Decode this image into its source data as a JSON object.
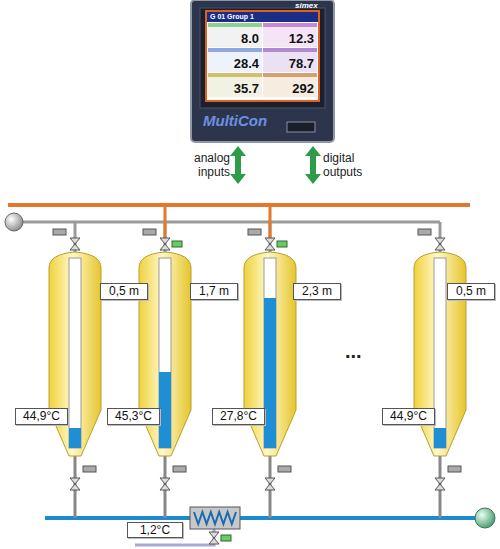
{
  "diagram": {
    "nodes": [
      {
        "text": [
          "simex",
          "MultiCon"
        ]
      },
      {
        "text": [
          "G 01 Group 1"
        ],
        "in": 0
      },
      {
        "text": [
          "8.0"
        ],
        "in": 1
      },
      {
        "text": [
          "12.3"
        ],
        "in": 1
      },
      {
        "text": [
          "28.4"
        ],
        "in": 1
      },
      {
        "text": [
          "78.7"
        ],
        "in": 1
      },
      {
        "text": [
          "35.7"
        ],
        "in": 1
      },
      {
        "text": [
          "292"
        ],
        "in": 1
      },
      {
        "text": [
          "0,5 m"
        ]
      },
      {
        "text": [
          "1,7 m"
        ]
      },
      {
        "text": [
          "2,3 m"
        ]
      },
      {
        "text": [
          "0,5 m"
        ]
      },
      {
        "text": [
          "44,9°C"
        ]
      },
      {
        "text": [
          "45,3°C"
        ]
      },
      {
        "text": [
          "27,8°C"
        ]
      },
      {
        "text": [
          "44,9°C"
        ]
      },
      {
        "text": [
          "1,2°C"
        ]
      }
    ],
    "labels": [
      "analog inputs",
      "digital outputs",
      "..."
    ]
  }
}
